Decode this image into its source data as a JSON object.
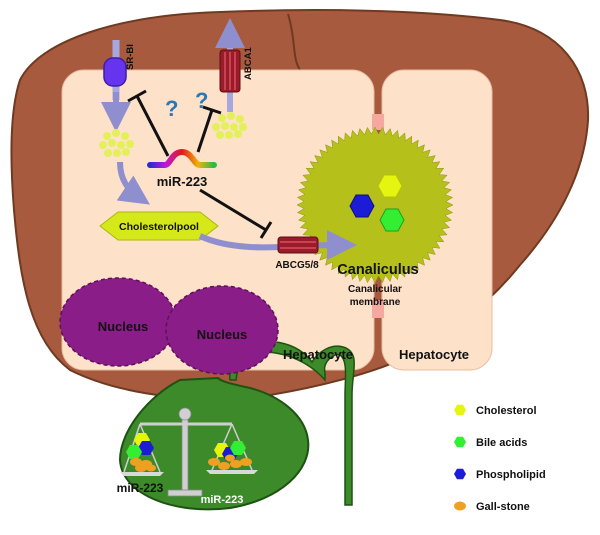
{
  "labels": {
    "sr_bi": "SR-BI",
    "abca1": "ABCA1",
    "question_1": "?",
    "question_2": "?",
    "mir223_main": "miR-223",
    "cholesterol_pool": "Cholesterolpool",
    "abcg": "ABCG5/8",
    "canaliculus": "Canaliculus",
    "canalicular_membrane_1": "Canalicular",
    "canalicular_membrane_2": "membrane",
    "nucleus_1": "Nucleus",
    "nucleus_2": "Nucleus",
    "hepatocyte_1": "Hepatocyte",
    "hepatocyte_2": "Hepatocyte",
    "mir223_left": "miR-223",
    "mir223_right": "miR-223"
  },
  "legend": [
    {
      "label": "Cholesterol",
      "color": "#e6f510",
      "shape": "hexagon"
    },
    {
      "label": "Bile acids",
      "color": "#33ee33",
      "shape": "hexagon"
    },
    {
      "label": "Phospholipid",
      "color": "#1c1cd6",
      "shape": "hexagon"
    },
    {
      "label": "Gall-stone",
      "color": "#f0a020",
      "shape": "oval"
    }
  ],
  "colors": {
    "liver": "#a85a3e",
    "liver_outline": "#6e3a22",
    "hepatocyte": "#fde1c8",
    "canaliculus": "#b5c01a",
    "nucleus": "#8a1d88",
    "gallbladder": "#3c8a2a",
    "cholesterol_dot": "#e3f05a",
    "arrow": "#8f8fcf",
    "transporter": "#9a1c2a",
    "receptor": "#6633ee"
  }
}
